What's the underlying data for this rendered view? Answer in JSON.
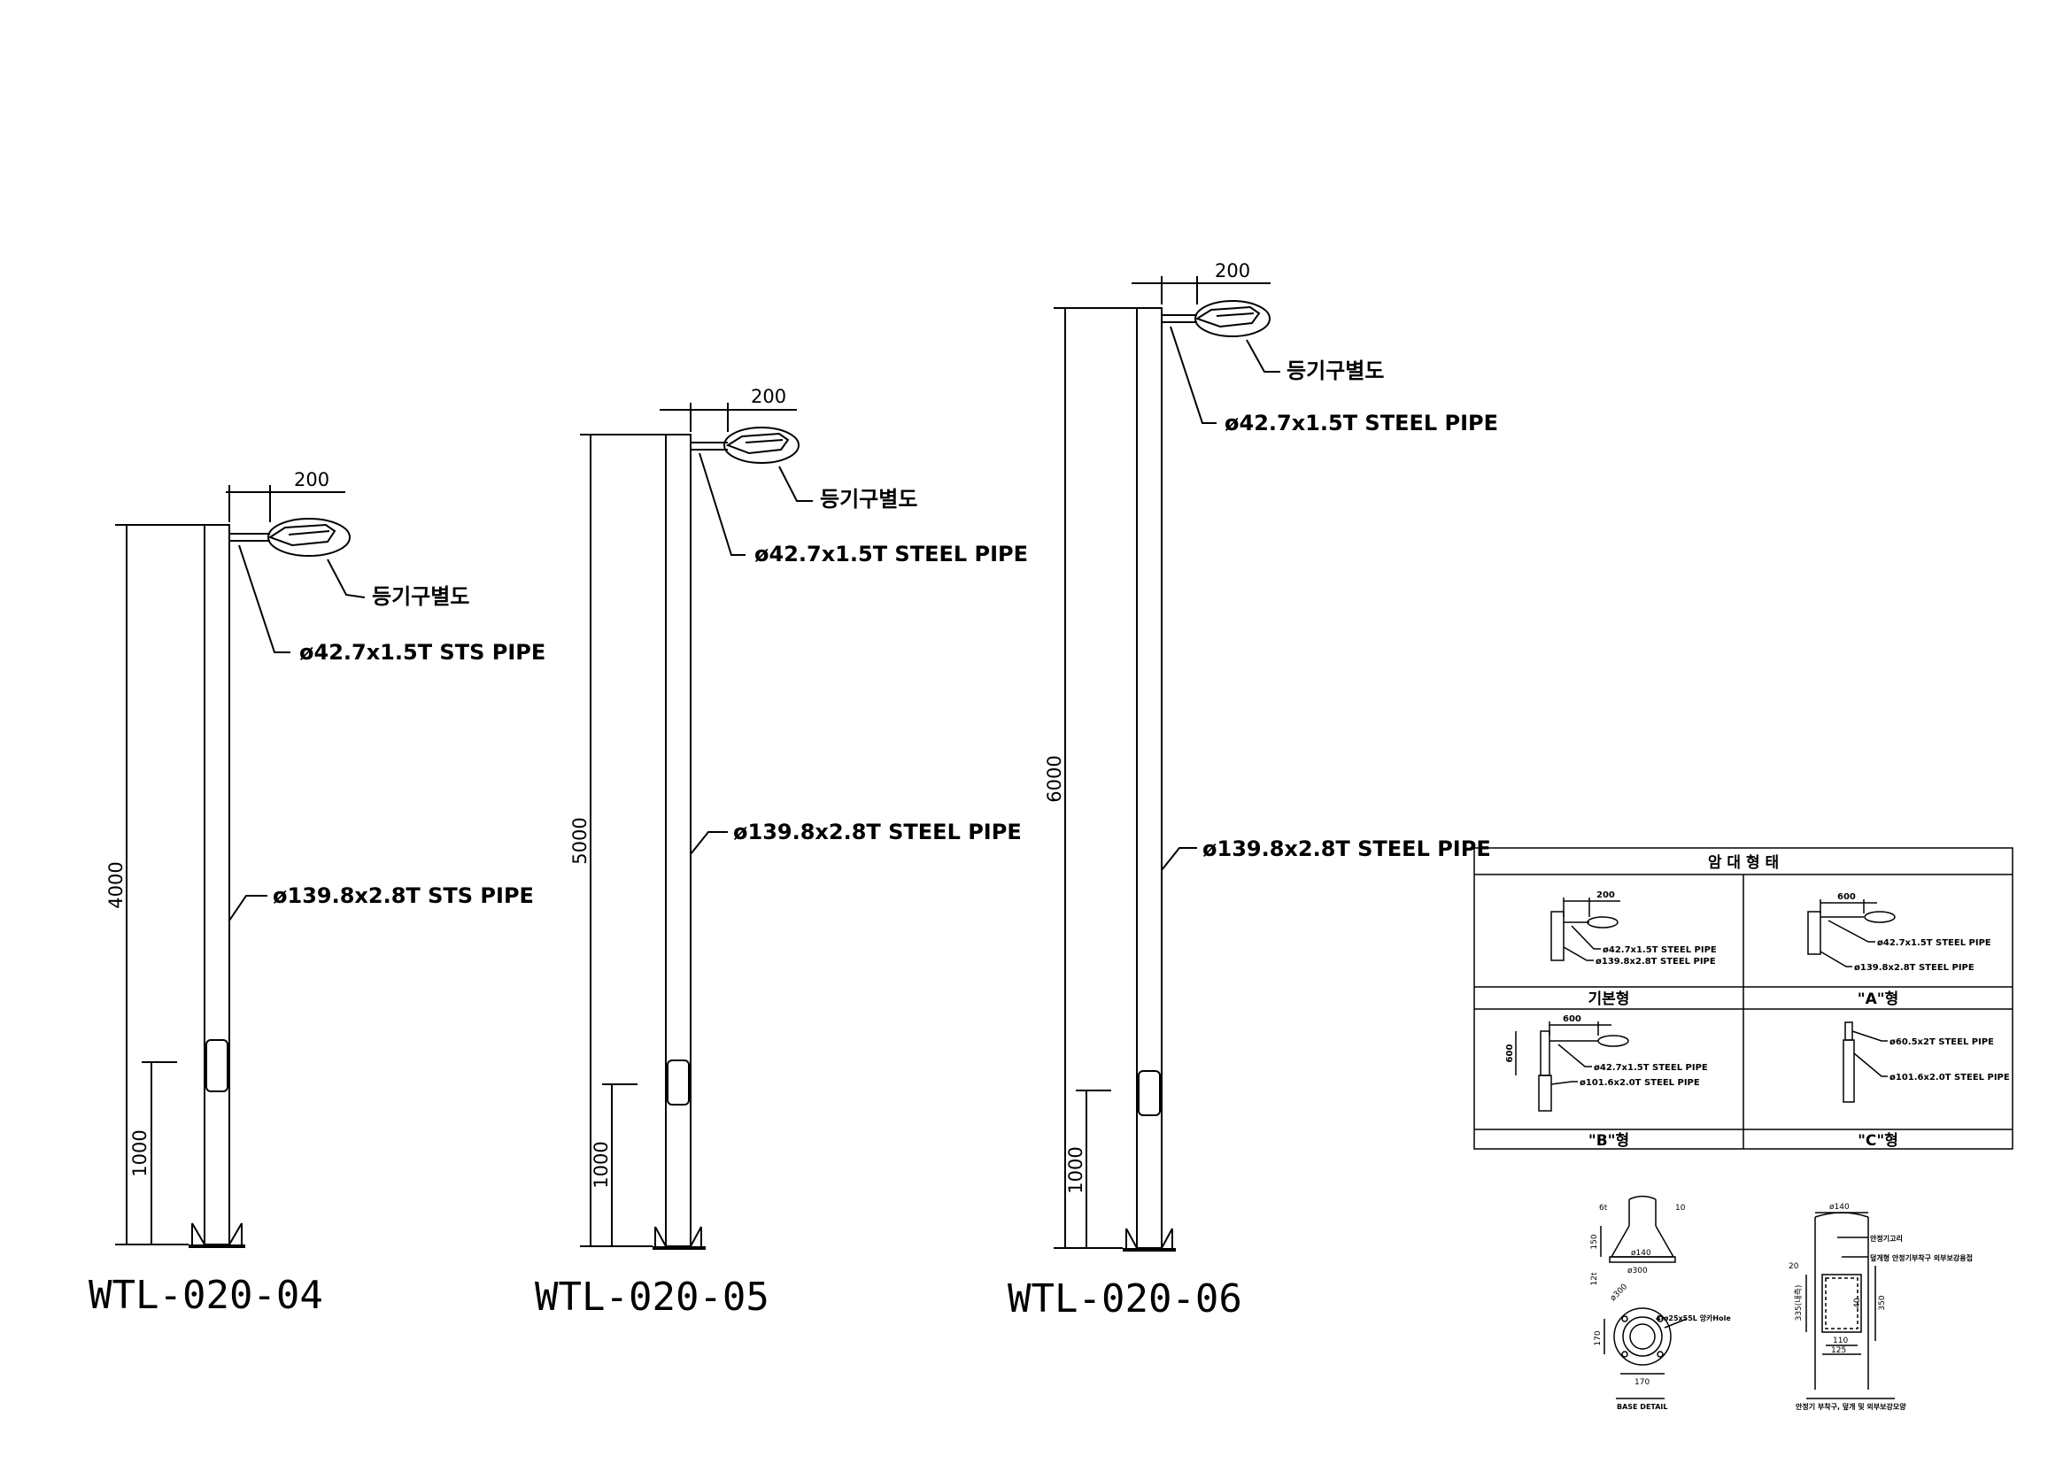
{
  "colors": {
    "line": "#000000",
    "background": "#ffffff"
  },
  "poles": [
    {
      "model": "WTL-020-04",
      "height_dim": "4000",
      "door_dim": "1000",
      "arm_dim": "200",
      "luminaire_label": "등기구별도",
      "arm_pipe_label": "ø42.7x1.5T STS PIPE",
      "main_pipe_label": "ø139.8x2.8T STS PIPE"
    },
    {
      "model": "WTL-020-05",
      "height_dim": "5000",
      "door_dim": "1000",
      "arm_dim": "200",
      "luminaire_label": "등기구별도",
      "arm_pipe_label": "ø42.7x1.5T STEEL PIPE",
      "main_pipe_label": "ø139.8x2.8T STEEL PIPE"
    },
    {
      "model": "WTL-020-06",
      "height_dim": "6000",
      "door_dim": "1000",
      "arm_dim": "200",
      "luminaire_label": "등기구별도",
      "arm_pipe_label": "ø42.7x1.5T STEEL PIPE",
      "main_pipe_label": "ø139.8x2.8T STEEL PIPE"
    }
  ],
  "arm_table": {
    "title": "암 대 형 태",
    "cells": [
      {
        "name": "기본형",
        "dim": "200",
        "pipe1": "ø42.7x1.5T STEEL PIPE",
        "pipe2": "ø139.8x2.8T STEEL PIPE"
      },
      {
        "name": "\"A\"형",
        "dim": "600",
        "pipe1": "ø42.7x1.5T STEEL PIPE",
        "pipe2": "ø139.8x2.8T STEEL PIPE"
      },
      {
        "name": "\"B\"형",
        "dim": "600",
        "dim_v": "600",
        "pipe1": "ø42.7x1.5T STEEL PIPE",
        "pipe2": "ø101.6x2.0T STEEL PIPE"
      },
      {
        "name": "\"C\"형",
        "pipe1": "ø60.5x2T STEEL PIPE",
        "pipe2": "ø101.6x2.0T STEEL PIPE"
      }
    ]
  },
  "base_detail": {
    "title": "BASE DETAIL",
    "dims": [
      "6t",
      "10",
      "150",
      "ø140",
      "ø300",
      "12t",
      "ø300",
      "170",
      "170"
    ],
    "hole_note": "4-ø25x55L 앙카Hole"
  },
  "door_detail": {
    "title": "안정기 부착구, 덮개 및 외부보강모양",
    "dims": [
      "ø140",
      "20",
      "335(내측)",
      "40",
      "350",
      "110",
      "125"
    ],
    "notes": [
      "안정기고리",
      "덮개형 안정기부착구 외부보강용접"
    ]
  }
}
